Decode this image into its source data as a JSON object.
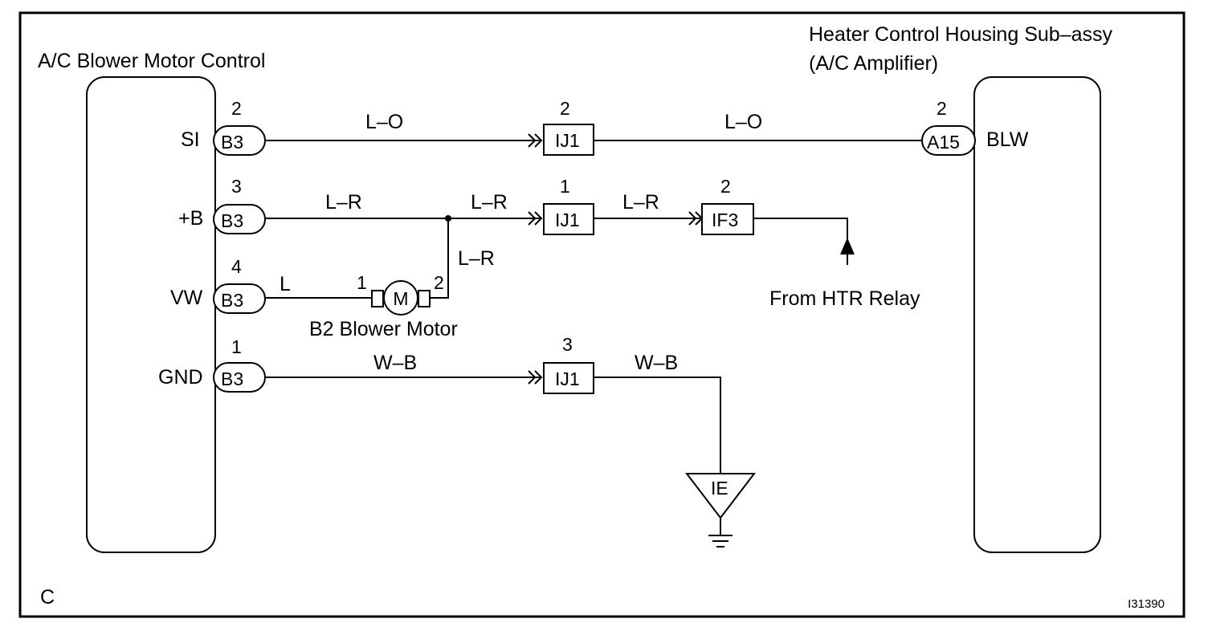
{
  "corner_letter": "C",
  "figure_id": "I31390",
  "left_component": {
    "title": "A/C Blower Motor Control",
    "terminals": [
      {
        "name": "SI",
        "pin": "2",
        "connector": "B3"
      },
      {
        "name": "+B",
        "pin": "3",
        "connector": "B3"
      },
      {
        "name": "VW",
        "pin": "4",
        "connector": "B3"
      },
      {
        "name": "GND",
        "pin": "1",
        "connector": "B3"
      }
    ]
  },
  "right_component": {
    "title_line1": "Heater Control Housing Sub–assy",
    "title_line2": "(A/C Amplifier)",
    "terminal": {
      "name": "BLW",
      "pin": "2",
      "connector": "A15"
    }
  },
  "junctions": {
    "si": {
      "pin": "2",
      "label": "IJ1"
    },
    "b": {
      "pin": "1",
      "label": "IJ1"
    },
    "gnd": {
      "pin": "3",
      "label": "IJ1"
    },
    "if3": {
      "pin": "2",
      "label": "IF3"
    }
  },
  "wires": {
    "si_left": "L–O",
    "si_right": "L–O",
    "b_1": "L–R",
    "b_2": "L–R",
    "b_3": "L–R",
    "b_down": "L–R",
    "vw": "L",
    "gnd_left": "W–B",
    "gnd_right": "W–B"
  },
  "motor": {
    "symbol": "M",
    "pin_left": "1",
    "pin_right": "2",
    "label": "B2 Blower Motor"
  },
  "htr_relay_label": "From HTR Relay",
  "ground": {
    "label": "IE"
  }
}
